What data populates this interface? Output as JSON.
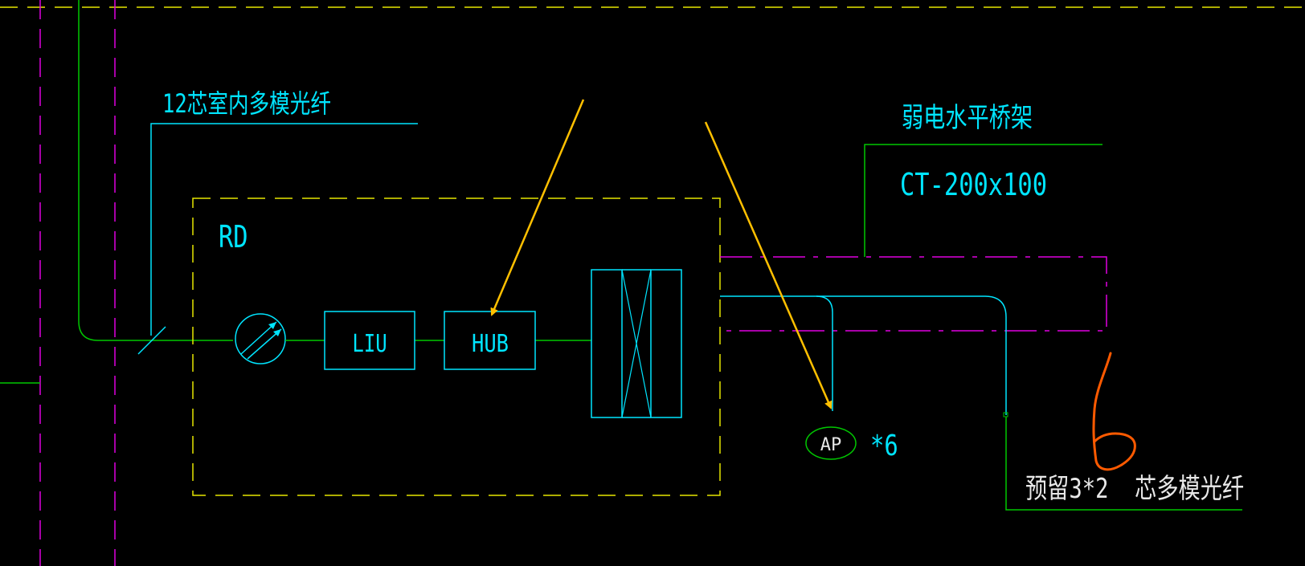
{
  "labels": {
    "fiber_12": "12芯室内多模光纤",
    "rd": "RD",
    "liu": "LIU",
    "hub": "HUB",
    "tray_title": "弱电水平桥架",
    "tray_size": "CT-200x100",
    "ap": "AP",
    "ap_count": "*6",
    "reserve_fiber": "预留3*2  芯多模光纤"
  },
  "colors": {
    "background": "#000000",
    "cyan": "#00e5ff",
    "green": "#00c800",
    "magenta": "#e000e0",
    "yellow": "#e6e600",
    "arrow": "#ffc000",
    "orange": "#ff5a00",
    "white": "#e8e8e8"
  }
}
